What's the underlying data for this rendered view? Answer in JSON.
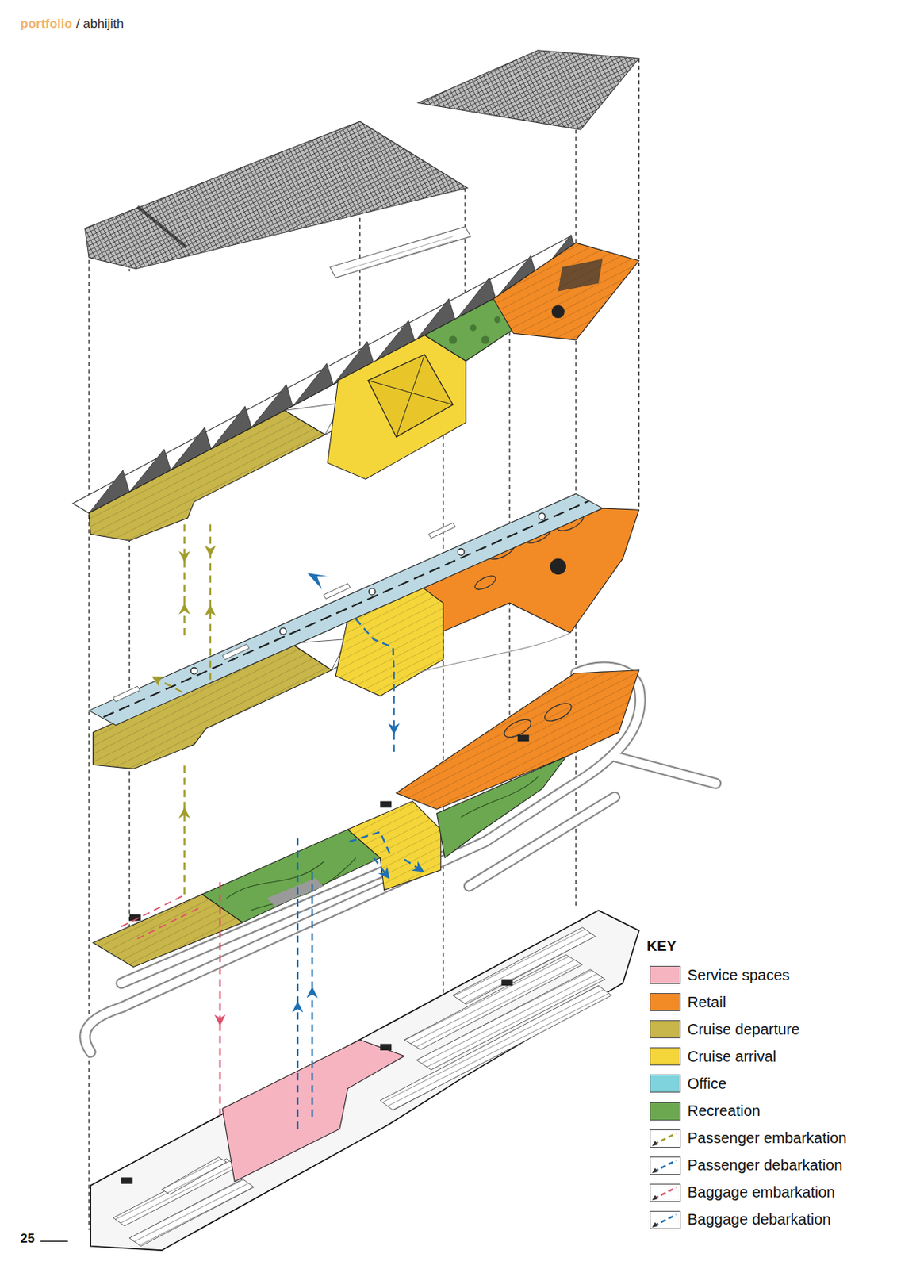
{
  "diagram": {
    "labels": [
      "portfolio",
      "/ abhijith",
      "KEY",
      "25"
    ],
    "legend": [
      {
        "text": "Service spaces",
        "color": "#f6b4c1"
      },
      {
        "text": "Retail",
        "color": "#f28b26"
      },
      {
        "text": "Cruise departure",
        "color": "#c8b64a"
      },
      {
        "text": "Cruise arrival",
        "color": "#f5d63a"
      },
      {
        "text": "Office",
        "color": "#7fd3dc"
      },
      {
        "text": "Recreation",
        "color": "#6ba84f"
      },
      {
        "text": "Passenger embarkation"
      },
      {
        "text": "Passenger debarkation"
      },
      {
        "text": "Baggage embarkation"
      },
      {
        "text": "Baggage debarkation"
      }
    ]
  }
}
